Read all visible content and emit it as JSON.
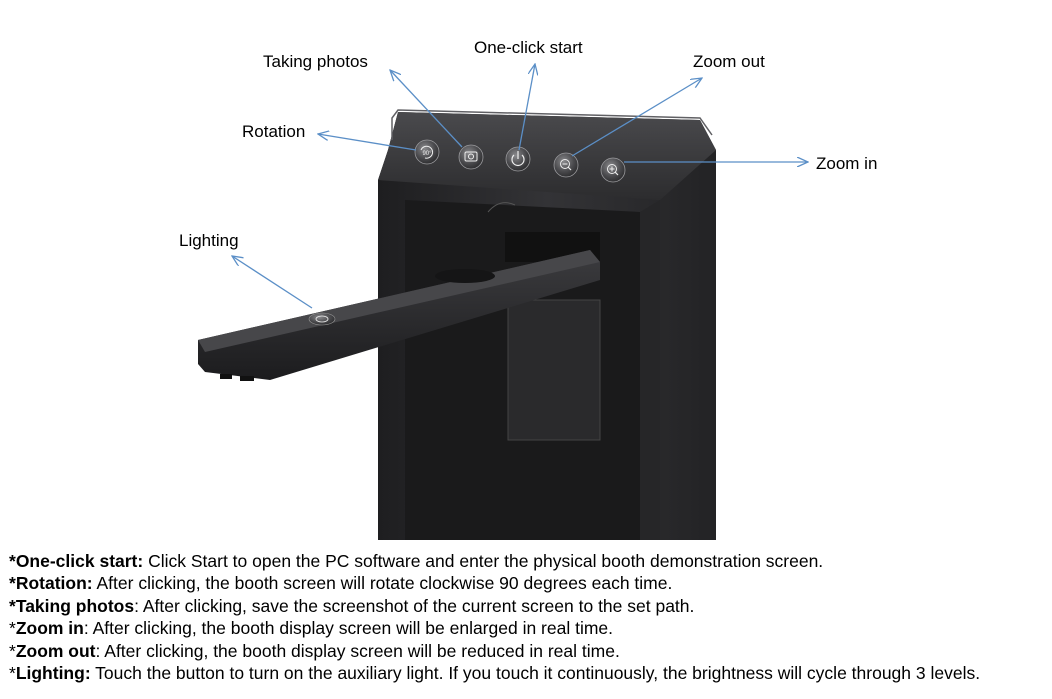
{
  "callouts": {
    "taking_photos": "Taking photos",
    "one_click_start": "One-click start",
    "zoom_out": "Zoom out",
    "rotation": "Rotation",
    "zoom_in": "Zoom in",
    "lighting": "Lighting"
  },
  "buttons": [
    {
      "icon": "rotate-90-icon",
      "function": "Rotation"
    },
    {
      "icon": "camera-icon",
      "function": "Taking photos"
    },
    {
      "icon": "power-icon",
      "function": "One-click start"
    },
    {
      "icon": "zoom-out-icon",
      "function": "Zoom out"
    },
    {
      "icon": "zoom-in-icon",
      "function": "Zoom in"
    }
  ],
  "arm_button_icon": "light-icon",
  "notes": [
    {
      "prefix": "*",
      "term": "One-click start:",
      "text": " Click Start to open the PC software and enter the physical booth demonstration screen.",
      "prefix_bold": true
    },
    {
      "prefix": "*",
      "term": "Rotation:",
      "text": " After clicking, the booth screen will rotate clockwise 90 degrees each time.",
      "prefix_bold": true
    },
    {
      "prefix": "*",
      "term": "Taking photos",
      "text": ": After clicking, save the screenshot of the current screen to the set path.",
      "prefix_bold": true
    },
    {
      "prefix": "*",
      "term": "Zoom in",
      "text": ": After clicking, the booth display screen will be enlarged in real time.",
      "prefix_bold": false
    },
    {
      "prefix": "*",
      "term": "Zoom out",
      "text": ": After clicking, the booth display screen will be reduced in real time.",
      "prefix_bold": false
    },
    {
      "prefix": "*",
      "term": "Lighting:",
      "text": " Touch the button to turn on the auxiliary light. If you touch it continuously, the brightness will cycle through 3 levels.",
      "prefix_bold": true
    }
  ],
  "colors": {
    "arrow": "#5b8fc7",
    "device_body": "#2b2b2d",
    "device_face": "#3a3a3c",
    "background": "#ffffff"
  }
}
